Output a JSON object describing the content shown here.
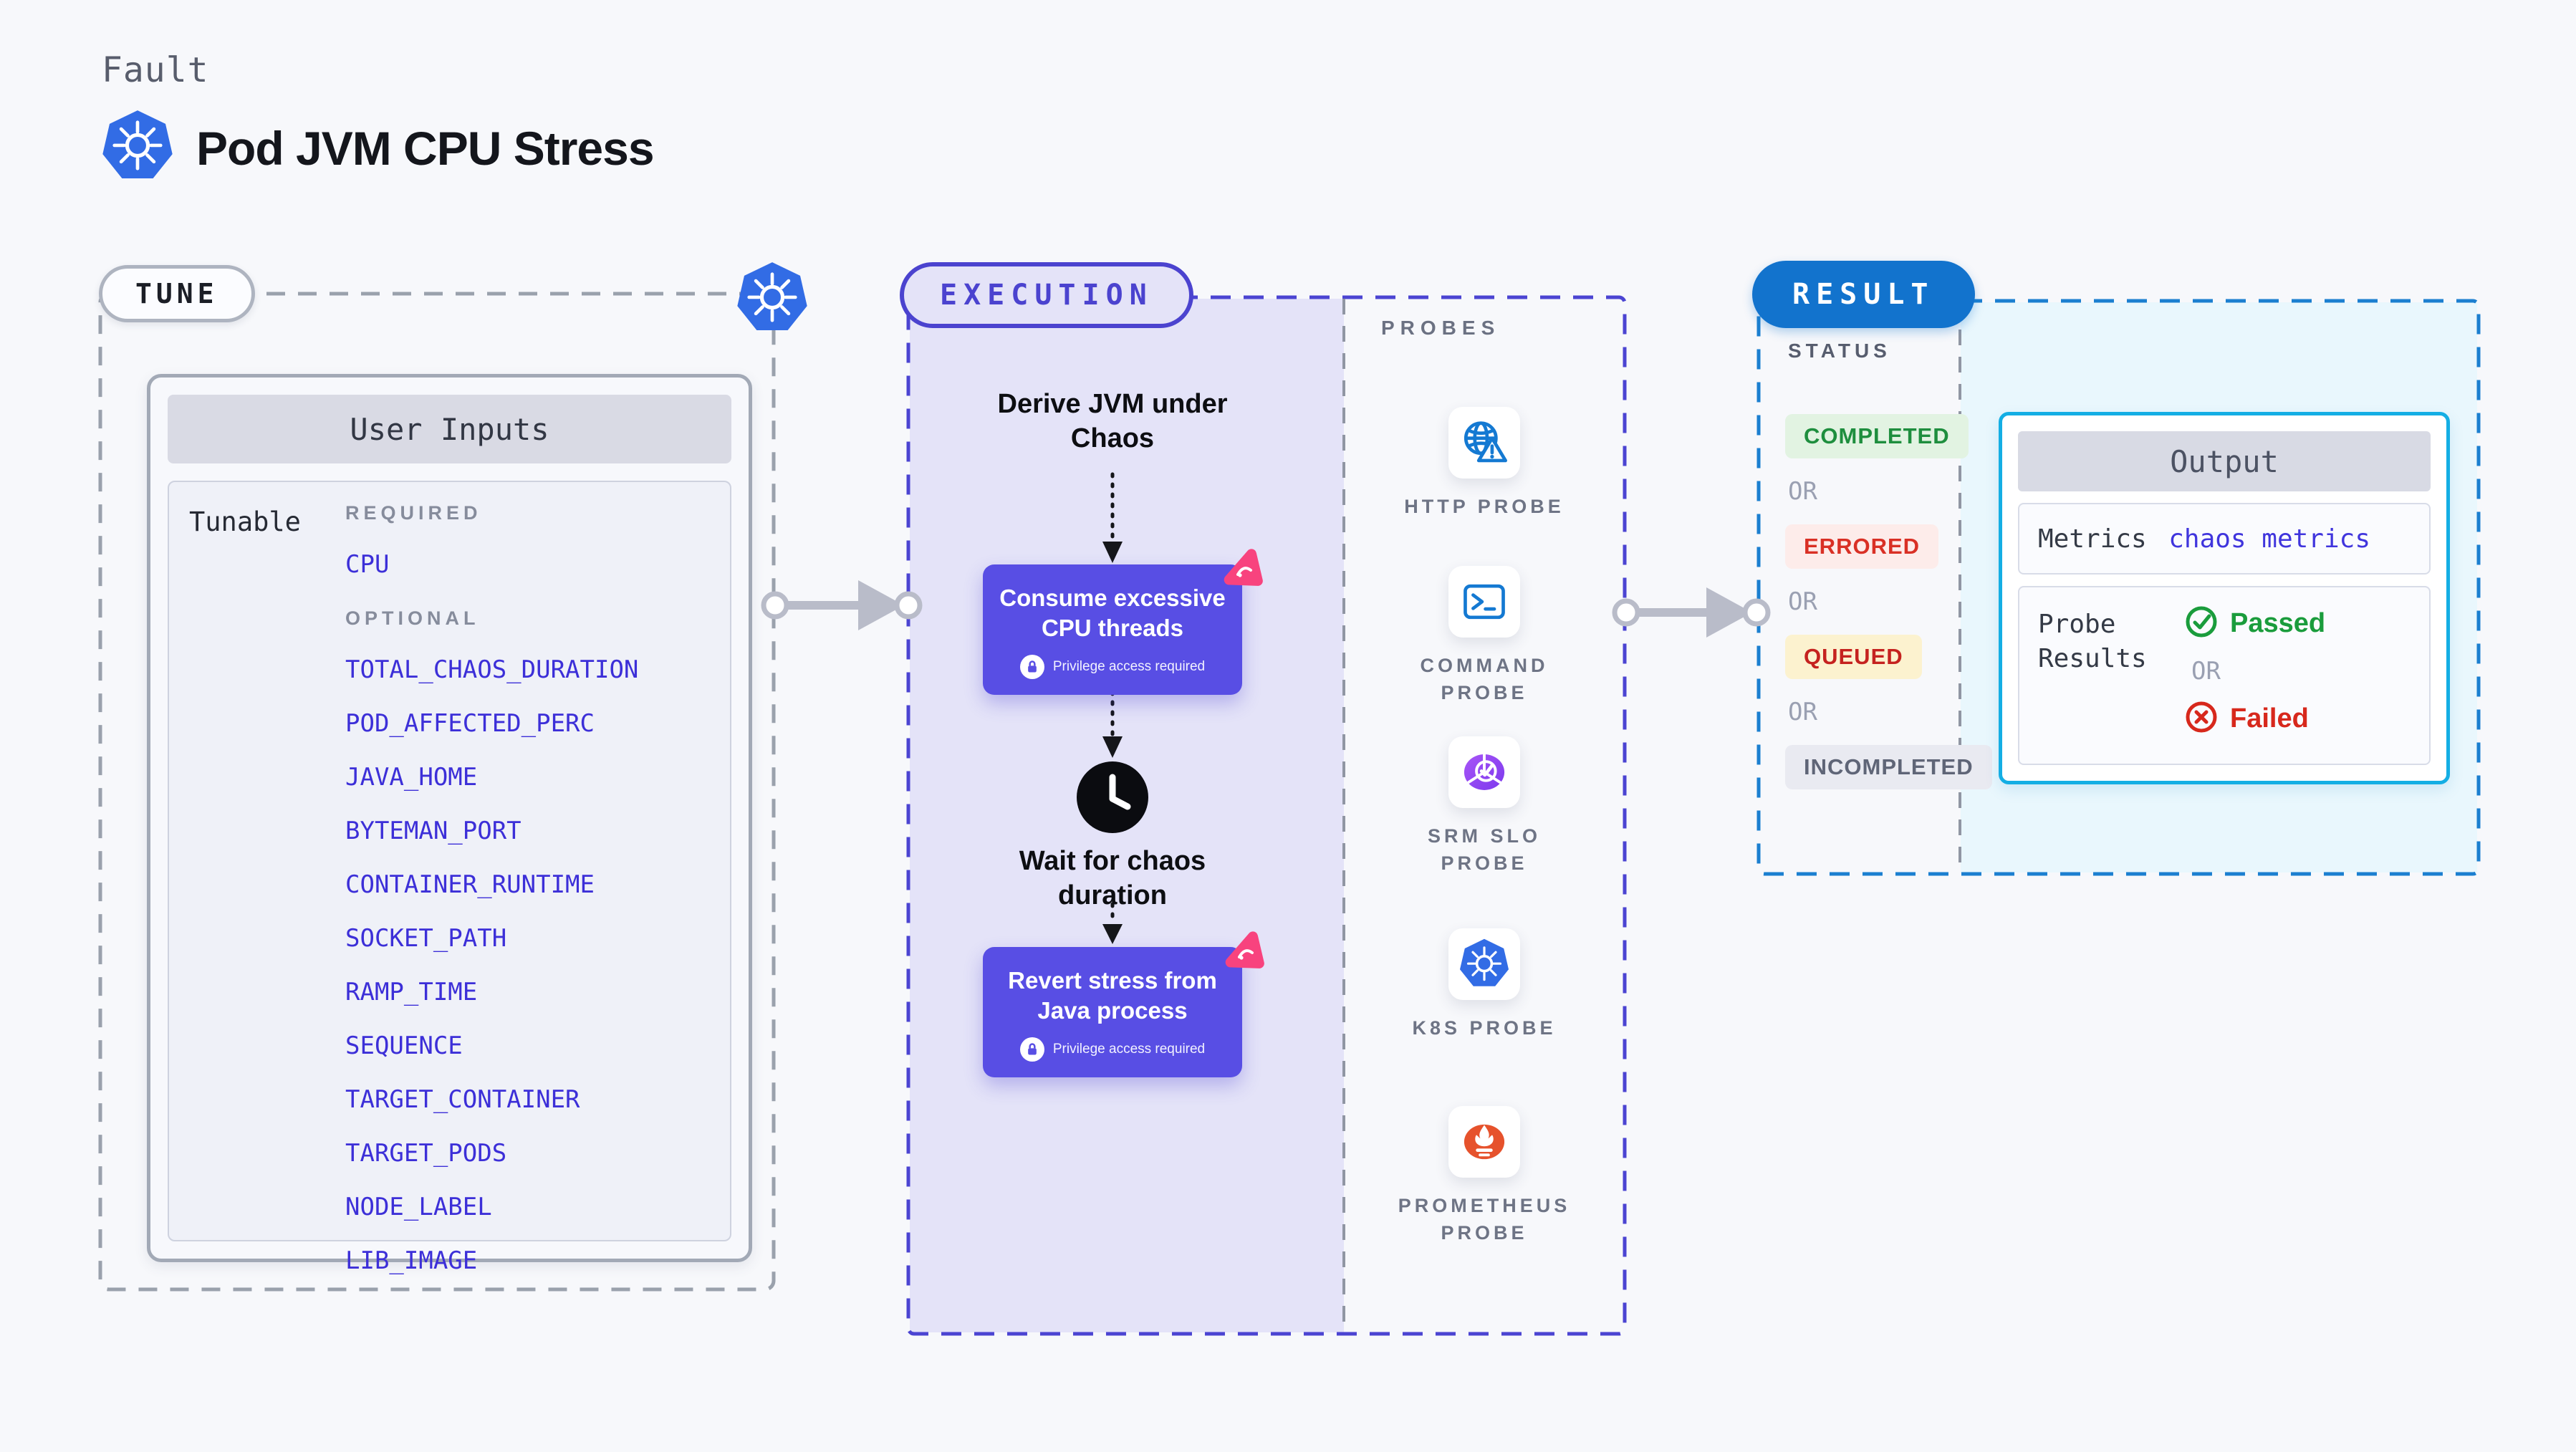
{
  "header": {
    "kicker": "Fault",
    "title": "Pod JVM CPU Stress"
  },
  "tune": {
    "pill": "TUNE",
    "panel_title": "User Inputs",
    "row_label": "Tunable",
    "required_label": "REQUIRED",
    "required_items": [
      "CPU"
    ],
    "optional_label": "OPTIONAL",
    "optional_items": [
      "TOTAL_CHAOS_DURATION",
      "POD_AFFECTED_PERC",
      "JAVA_HOME",
      "BYTEMAN_PORT",
      "CONTAINER_RUNTIME",
      "SOCKET_PATH",
      "RAMP_TIME",
      "SEQUENCE",
      "TARGET_CONTAINER",
      "TARGET_PODS",
      "NODE_LABEL",
      "LIB_IMAGE"
    ]
  },
  "execution": {
    "pill": "EXECUTION",
    "step_derive": "Derive JVM under Chaos",
    "card_consume": {
      "title": "Consume excessive CPU threads",
      "badge": "Privilege access required"
    },
    "step_wait": "Wait for chaos duration",
    "card_revert": {
      "title": "Revert stress from Java process",
      "badge": "Privilege access required"
    }
  },
  "probes": {
    "label": "PROBES",
    "items": [
      {
        "name": "HTTP PROBE",
        "icon": "globe-alert-icon"
      },
      {
        "name": "COMMAND PROBE",
        "icon": "terminal-icon"
      },
      {
        "name": "SRM SLO PROBE",
        "icon": "slo-gauge-icon"
      },
      {
        "name": "K8S PROBE",
        "icon": "kubernetes-icon"
      },
      {
        "name": "PROMETHEUS PROBE",
        "icon": "prometheus-flame-icon"
      }
    ]
  },
  "result": {
    "pill": "RESULT",
    "status_label": "STATUS",
    "or_label": "OR",
    "statuses": [
      {
        "label": "COMPLETED",
        "fg": "#1e8e3e",
        "bg": "#e2f3e2"
      },
      {
        "label": "ERRORED",
        "fg": "#d93025",
        "bg": "#fdecea"
      },
      {
        "label": "QUEUED",
        "fg": "#c5221f",
        "bg": "#fcf2cf"
      },
      {
        "label": "INCOMPLETED",
        "fg": "#5f6577",
        "bg": "#e9eaf1"
      }
    ],
    "output": {
      "title": "Output",
      "metrics_label": "Metrics",
      "metrics_value": "chaos metrics",
      "probe_results_label": "Probe Results",
      "passed": "Passed",
      "failed": "Failed"
    }
  },
  "colors": {
    "accent_indigo": "#4b43cf",
    "accent_blue": "#1273cd",
    "accent_cyan": "#14aee4",
    "link_blue": "#3c2fd8",
    "kubernetes_blue": "#326ce5",
    "prometheus_orange": "#e6522c",
    "srm_purple": "#8b5cf6",
    "litmus_pink": "#f8437e",
    "passed_green": "#1a9c3c",
    "failed_red": "#d7281c",
    "lavender_fill": "#e4e3f8",
    "cyan_fill": "#e9f7fd"
  }
}
